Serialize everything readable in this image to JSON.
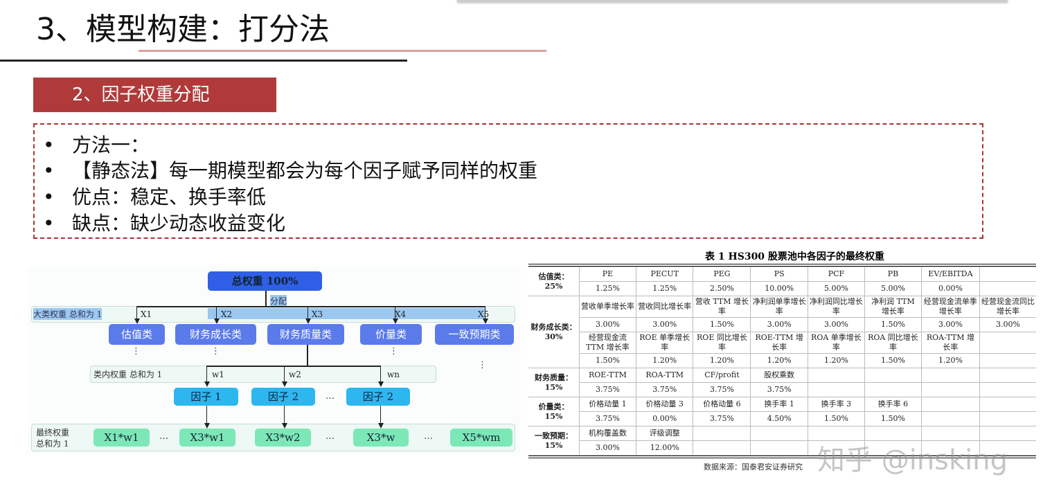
{
  "title": "3、模型构建：打分法",
  "section": "2、因子权重分配",
  "bullets": [
    "方法一：",
    "【静态法】每一期模型都会为每个因子赋予同样的权重",
    "优点：稳定、换手率低",
    "缺点：缺少动态收益变化"
  ],
  "bullet_symbol": "•",
  "diagram": {
    "top": "总权重 100%",
    "alloc": "分配",
    "band1": "大类权重 总和为 1",
    "band2": "类内权重 总和为 1",
    "band3": [
      "最终权重",
      "总和为 1"
    ],
    "x_labels": [
      "X1",
      "X2",
      "X3",
      "X4",
      "X5"
    ],
    "categories": [
      "估值类",
      "财务成长类",
      "财务质量类",
      "价量类",
      "一致预期类"
    ],
    "w_labels": [
      "w1",
      "w2",
      "wn"
    ],
    "factors": [
      "因子 1",
      "因子 2",
      "因子 2"
    ],
    "finals": [
      "X1*w1",
      "X3*w1",
      "X3*w2",
      "X3*w",
      "X5*wm"
    ],
    "ellipsis": "…",
    "vdots": "⋮"
  },
  "table": {
    "caption": "表 1   HS300 股票池中各因子的最终权重",
    "source": "数据来源：国泰君安证券研究",
    "groups": [
      {
        "label": "估值类：\n25%",
        "rows": [
          [
            "PE",
            "PECUT",
            "PEG",
            "PS",
            "PCF",
            "PB",
            "EV/EBITDA",
            ""
          ],
          [
            "1.25%",
            "1.25%",
            "2.50%",
            "10.00%",
            "5.00%",
            "5.00%",
            "0.00%",
            ""
          ]
        ]
      },
      {
        "label": "财务成长类：30%",
        "rows": [
          [
            "营收单季增长率",
            "营收同比增长率",
            "营收 TTM 增长率",
            "净利润单季增长率",
            "净利润同比增长率",
            "净利润 TTM 增长率",
            "经营现金流单季增长率",
            "经营现金流同比增长率"
          ],
          [
            "3.00%",
            "3.00%",
            "1.50%",
            "3.00%",
            "3.00%",
            "1.50%",
            "3.00%",
            "3.00%"
          ],
          [
            "经营现金流 TTM 增长率",
            "ROE 单季增长率",
            "ROE 同比增长率",
            "ROE-TTM 增长率",
            "ROA 单季增长率",
            "ROA 同比增长率",
            "ROA-TTM 增长率",
            ""
          ],
          [
            "1.50%",
            "1.20%",
            "1.20%",
            "1.20%",
            "1.20%",
            "1.50%",
            "1.20%",
            ""
          ]
        ]
      },
      {
        "label": "财务质量：\n15%",
        "rows": [
          [
            "ROE-TTM",
            "ROA-TTM",
            "CF/profit",
            "股权乘数",
            "",
            "",
            "",
            ""
          ],
          [
            "3.75%",
            "3.75%",
            "3.75%",
            "3.75%",
            "",
            "",
            "",
            ""
          ]
        ]
      },
      {
        "label": "价量类：\n15%",
        "rows": [
          [
            "价格动量 1",
            "价格动量 3",
            "价格动量 6",
            "换手率 1",
            "换手率 3",
            "换手率 6",
            "",
            ""
          ],
          [
            "3.75%",
            "0.00%",
            "3.75%",
            "4.50%",
            "1.50%",
            "1.50%",
            "",
            ""
          ]
        ]
      },
      {
        "label": "一致预期：\n15%",
        "rows": [
          [
            "机构覆盖数",
            "评级调整",
            "",
            "",
            "",
            "",
            "",
            ""
          ],
          [
            "3.00%",
            "12.00%",
            "",
            "",
            "",
            "",
            "",
            ""
          ]
        ]
      }
    ]
  },
  "watermark": "知乎 @insking",
  "colors": {
    "section_bg": "#b03a3a",
    "dash": "#aa3333",
    "category": "#5b7bea",
    "factor": "#2cb7ef",
    "final": "#7ce8b8"
  }
}
